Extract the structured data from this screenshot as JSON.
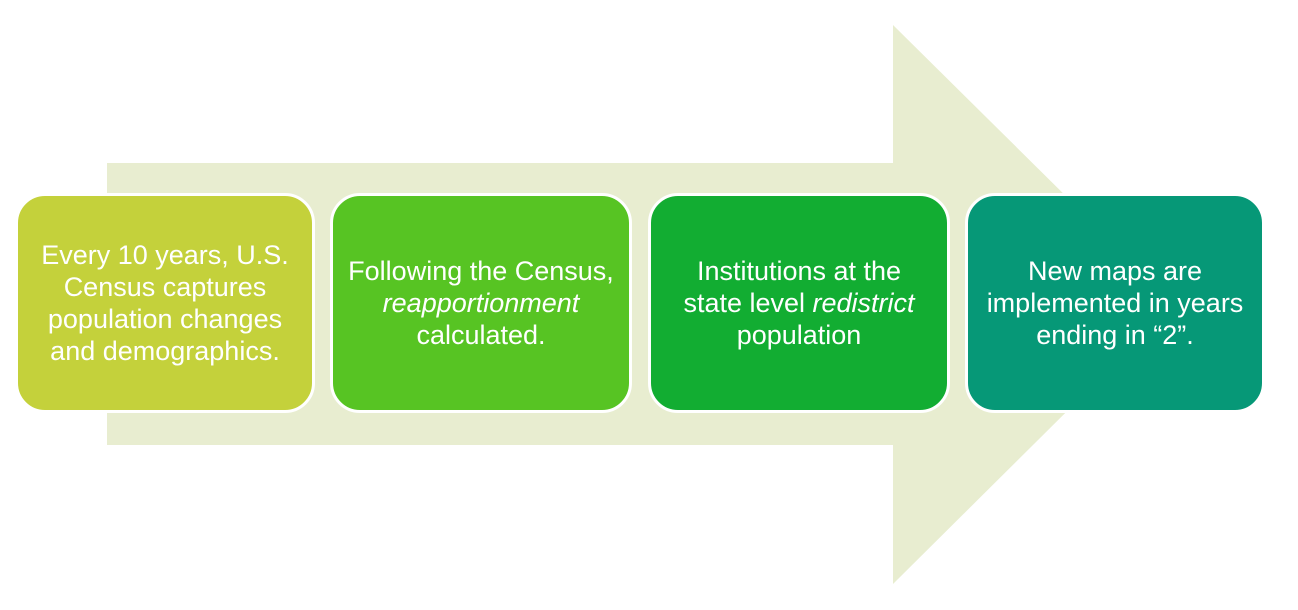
{
  "colors": {
    "arrow": "#e8edd0",
    "step_1": "#c4d13b",
    "step_2": "#57c423",
    "step_3": "#12ad32",
    "step_4": "#069877",
    "text": "#ffffff"
  },
  "steps": [
    {
      "text": "Every 10 years, U.S. Census captures population changes and demographics."
    },
    {
      "text_before": "Following the Census,",
      "text_em": "reapportionment",
      "text_after": "calculated."
    },
    {
      "text_before": "Institutions at the state level",
      "text_em": "redistrict",
      "text_after": "population"
    },
    {
      "text": "New maps are implemented in years ending in “2”."
    }
  ]
}
